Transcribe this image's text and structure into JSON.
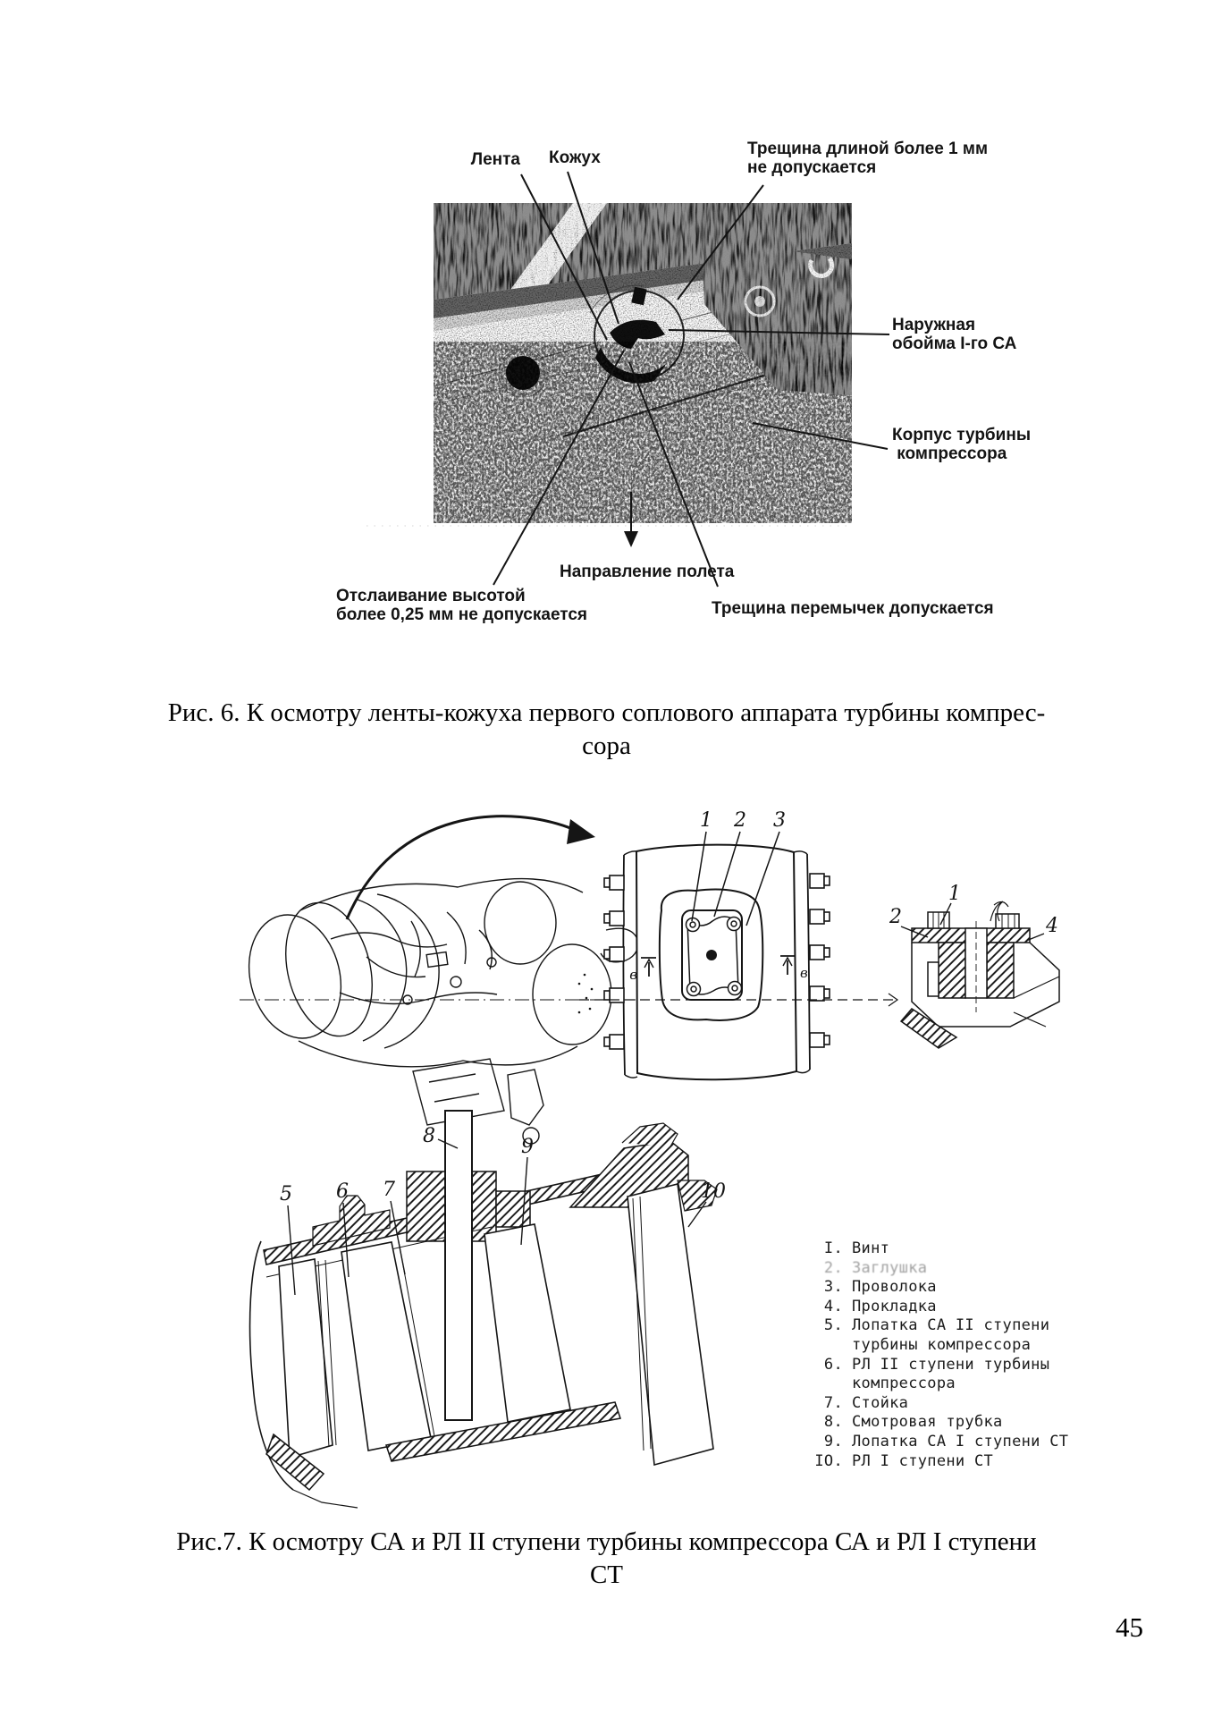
{
  "fig6": {
    "labels": {
      "lenta": "Лента",
      "kozhuh": "Кожух",
      "crack_top": "Трещина длиной более 1 мм\nне допускается",
      "outer_ring": "Наружная\nобойма I-го СА",
      "turbine_case": "Корпус турбины\n компрессора",
      "flight_direction": "Направление полета",
      "peeling": "Отслаивание высотой\nболее 0,25 мм не допускается",
      "crack_bottom": "Трещина перемычек допускается"
    },
    "caption_line1": "Рис. 6. К осмотру ленты-кожуха первого соплового аппарата турбины компрес-",
    "caption_line2": "сора"
  },
  "fig7": {
    "callouts_mid": [
      "1",
      "2",
      "3"
    ],
    "callouts_right": [
      "1",
      "2",
      "4"
    ],
    "callouts_bottom": [
      "5",
      "6",
      "7",
      "8",
      "9",
      "10"
    ],
    "section_letter": "в",
    "legend": [
      {
        "num": "I.",
        "line1": "Винт"
      },
      {
        "num": "2.",
        "line1": "Заглушка"
      },
      {
        "num": "3.",
        "line1": "Проволока"
      },
      {
        "num": "4.",
        "line1": "Прокладка"
      },
      {
        "num": "5.",
        "line1": "Лопатка СА II ступени",
        "line2": "турбины компрессора"
      },
      {
        "num": "6.",
        "line1": "РЛ II ступени турбины",
        "line2": "компрессора"
      },
      {
        "num": "7.",
        "line1": "Стойка"
      },
      {
        "num": "8.",
        "line1": "Смотровая трубка"
      },
      {
        "num": "9.",
        "line1": "Лопатка СА I ступени СТ"
      },
      {
        "num": "IO.",
        "line1": "РЛ I ступени СТ"
      }
    ],
    "caption_line1": "Рис.7. К осмотру СА и РЛ II ступени турбины компрессора СА и РЛ I ступени",
    "caption_line2": "СТ"
  },
  "page": {
    "number": "45"
  }
}
